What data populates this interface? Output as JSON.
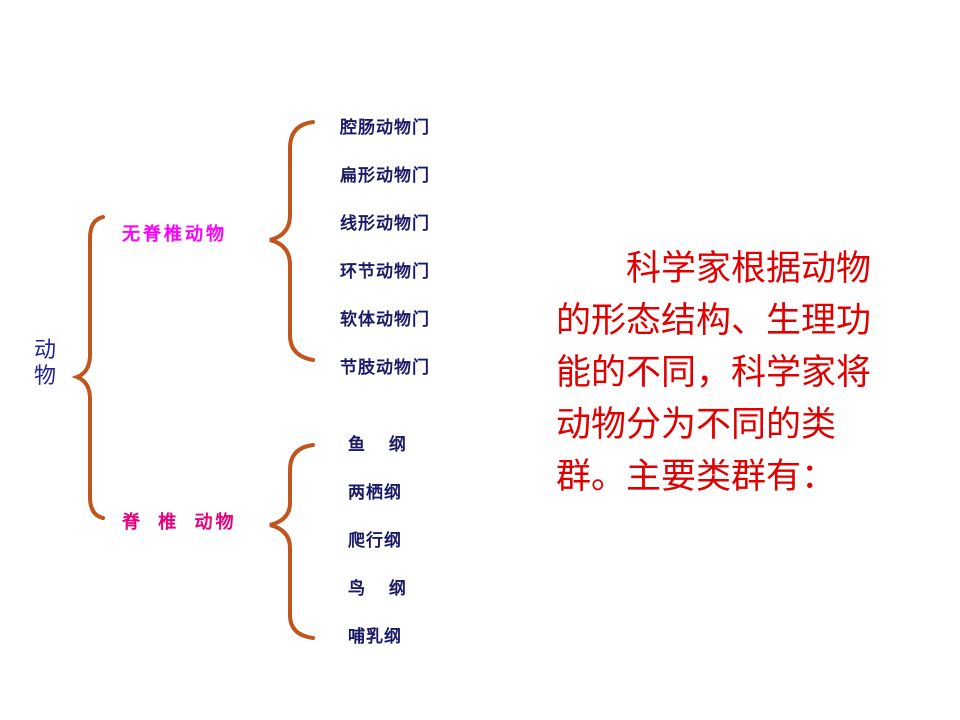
{
  "root_label": "动物",
  "groups": [
    {
      "label": "无脊椎动物",
      "color": "#ff00ff",
      "items": [
        "腔肠动物门",
        "扁形动物门",
        "线形动物门",
        "环节动物门",
        "软体动物门",
        "节肢动物门"
      ]
    },
    {
      "label": "脊 椎 动物",
      "color": "#e6007e",
      "items": [
        "鱼 纲",
        "两栖纲",
        "爬行纲",
        "鸟 纲",
        "哺乳纲"
      ]
    }
  ],
  "description": "科学家根据动物的形态结构、生理功能的不同，科学家将动物分为不同的类群。主要类群有：",
  "colors": {
    "brace": "#c0561e",
    "root_text": "#22229a",
    "item_text": "#1a1a66",
    "description_text": "#e00000"
  }
}
